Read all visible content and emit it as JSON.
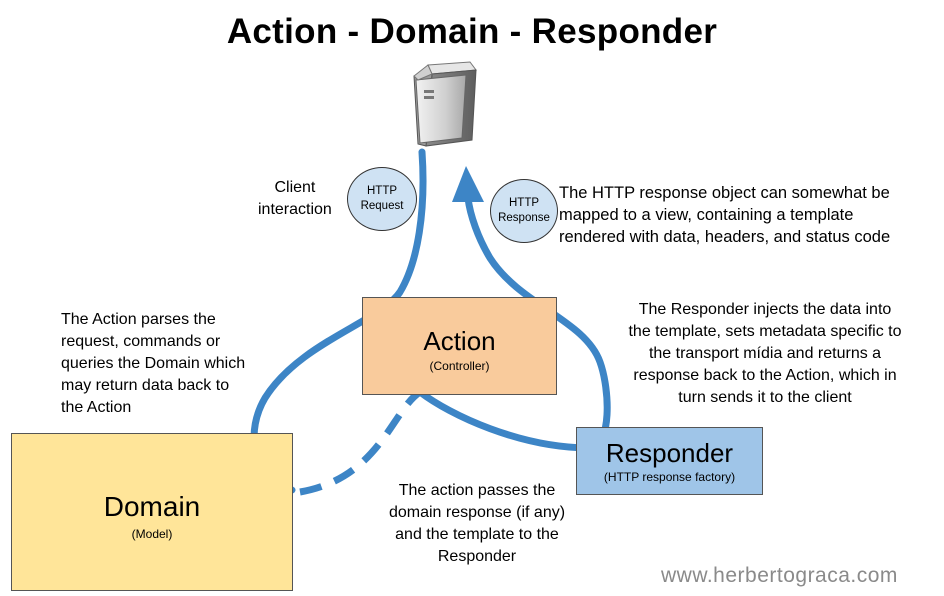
{
  "title": "Action - Domain - Responder",
  "action": {
    "label": "Action",
    "sublabel": "(Controller)"
  },
  "domain": {
    "label": "Domain",
    "sublabel": "(Model)"
  },
  "responder": {
    "label": "Responder",
    "sublabel": "(HTTP response factory)"
  },
  "http_request": {
    "line1": "HTTP",
    "line2": "Request"
  },
  "http_response": {
    "line1": "HTTP",
    "line2": "Response"
  },
  "notes": {
    "client": [
      "Client",
      "interaction"
    ],
    "response": [
      "The HTTP response object can somewhat be",
      "mapped to a view, containing a template",
      "rendered with data, headers, and status code"
    ],
    "action": [
      "The Action parses the",
      "request, commands or",
      "queries the Domain which",
      "may return data back to",
      "the Action"
    ],
    "responder": [
      "The Responder injects the data into",
      "the template, sets metadata specific to",
      "the transport mídia and returns a",
      "response back to the Action, which in",
      "turn sends it to the client"
    ],
    "pass": [
      "The action passes the",
      "domain response (if any)",
      "and the template to the",
      "Responder"
    ]
  },
  "watermark": "www.herbertograca.com",
  "colors": {
    "arrow": "#3d85c6",
    "action_fill": "#f9cb9c",
    "domain_fill": "#ffe599",
    "responder_fill": "#9fc5e8",
    "bubble_fill": "#cfe2f3"
  },
  "icons": {
    "server": "server-icon"
  }
}
